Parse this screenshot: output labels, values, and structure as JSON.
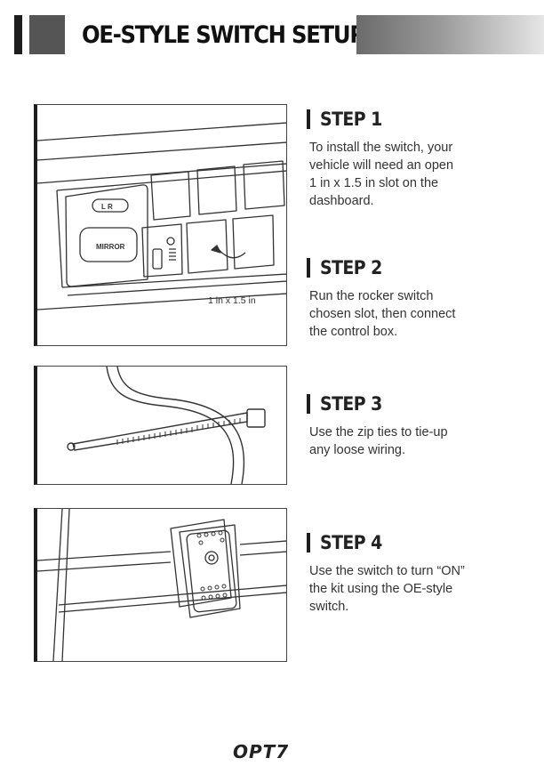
{
  "header": {
    "title": "OE-STYLE SWITCH SETUP"
  },
  "illustrations": {
    "dashboard": {
      "slot_label": "1 in x 1.5 in",
      "switch_lr": "L    R",
      "mirror_label": "MIRROR"
    }
  },
  "steps": [
    {
      "title": "STEP 1",
      "text": "To install the switch, your\nvehicle will need an open\n1 in x 1.5 in slot on the\ndashboard."
    },
    {
      "title": "STEP 2",
      "text": "Run the rocker switch\nchosen slot, then connect\nthe control box."
    },
    {
      "title": "STEP 3",
      "text": "Use the zip ties to tie-up\nany loose wiring."
    },
    {
      "title": "STEP 4",
      "text": "Use the switch to turn “ON”\nthe kit using the OE-style\nswitch."
    }
  ],
  "footer": {
    "logo": "OPT7"
  }
}
